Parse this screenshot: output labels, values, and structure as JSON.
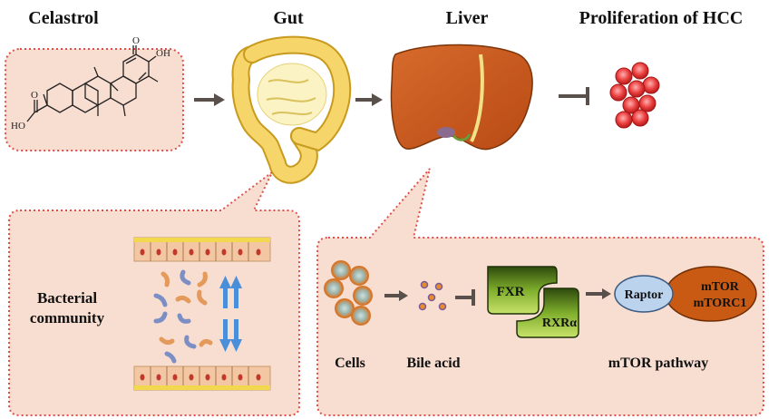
{
  "headers": {
    "celastrol": "Celastrol",
    "gut": "Gut",
    "liver": "Liver",
    "proliferation": "Proliferation of HCC"
  },
  "molecule": {
    "ho_left": "HO",
    "o_top": "O",
    "oh_top": "OH",
    "carbonyl_o": "O"
  },
  "gut_panel": {
    "label_line1": "Bacterial",
    "label_line2": "community"
  },
  "liver_panel": {
    "cells": "Cells",
    "bile_acid": "Bile acid",
    "fxr": "FXR",
    "rxr": "RXRα",
    "raptor": "Raptor",
    "mtor_line1": "mTOR",
    "mtor_line2": "mTORC1",
    "pathway": "mTOR pathway"
  },
  "colors": {
    "panel_fill": "#f8ddd1",
    "panel_border": "#e0504a",
    "arrow": "#5a504b",
    "fxr_green": "#8ab534",
    "raptor_blue": "#bcd3ee",
    "mtor_orange": "#c85a14",
    "hcc_red": "#e4393a"
  }
}
